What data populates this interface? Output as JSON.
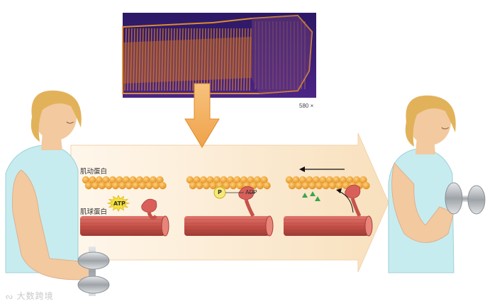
{
  "labels": {
    "actin": "肌动蛋白",
    "myosin": "肌球蛋白",
    "atp": "ATP",
    "adp": "ADP",
    "phosphate": "P",
    "magnification": "580 ×"
  },
  "watermark": {
    "text": "大数跨境"
  },
  "colors": {
    "actin_bead": "#f0a227",
    "myosin_fiber": "#c6524a",
    "myosin_head": "#d9605a",
    "atp_burst": "#f6e13a",
    "arrow_fill": "#fbe9cf",
    "micrograph_bg": "#3a1f73",
    "micrograph_fiber": "#f09a2a",
    "skin": "#f3c9a0",
    "hair": "#e2b25a",
    "shirt": "#c7ecef",
    "dumbbell": "#b9bcc0"
  },
  "icons": [
    "woman-arm-extended-icon",
    "woman-arm-flexed-icon",
    "dumbbell-icon",
    "atp-burst-icon",
    "phosphate-icon",
    "direction-arrow-icon"
  ]
}
